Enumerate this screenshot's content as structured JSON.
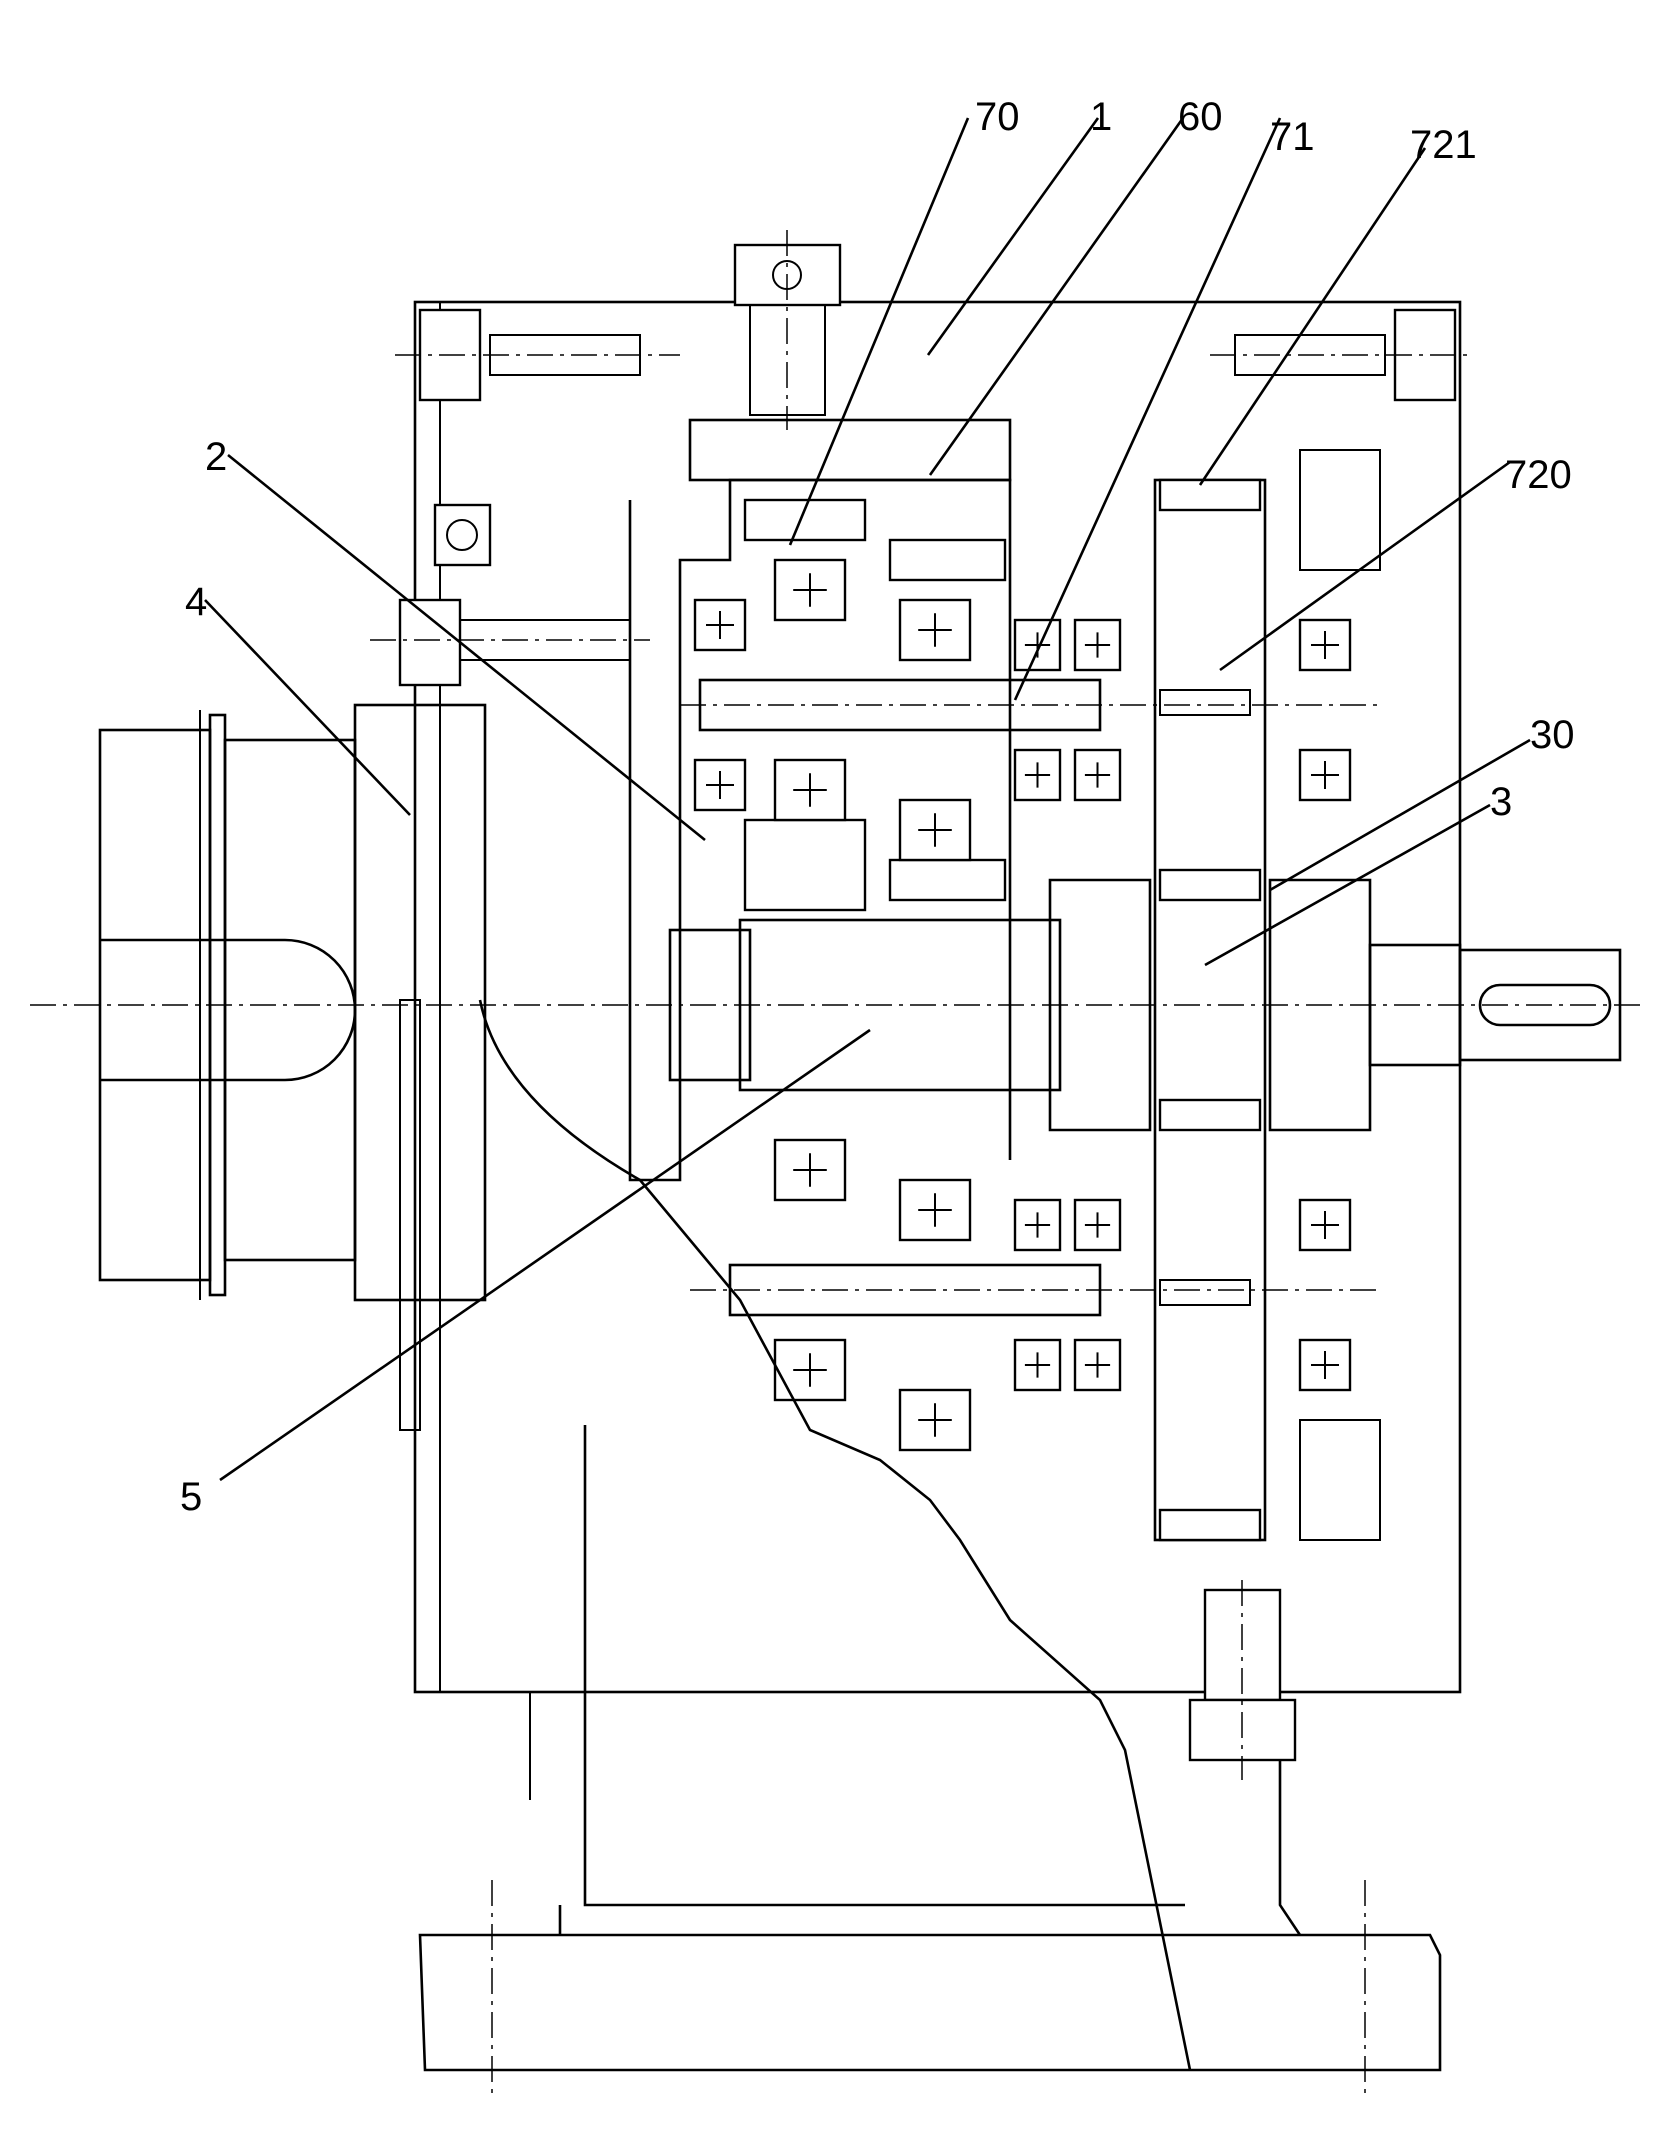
{
  "labels": [
    {
      "id": "70"
    },
    {
      "id": "1"
    },
    {
      "id": "60"
    },
    {
      "id": "71"
    },
    {
      "id": "721"
    },
    {
      "id": "2"
    },
    {
      "id": "720"
    },
    {
      "id": "4"
    },
    {
      "id": "30"
    },
    {
      "id": "3"
    },
    {
      "id": "5"
    }
  ]
}
